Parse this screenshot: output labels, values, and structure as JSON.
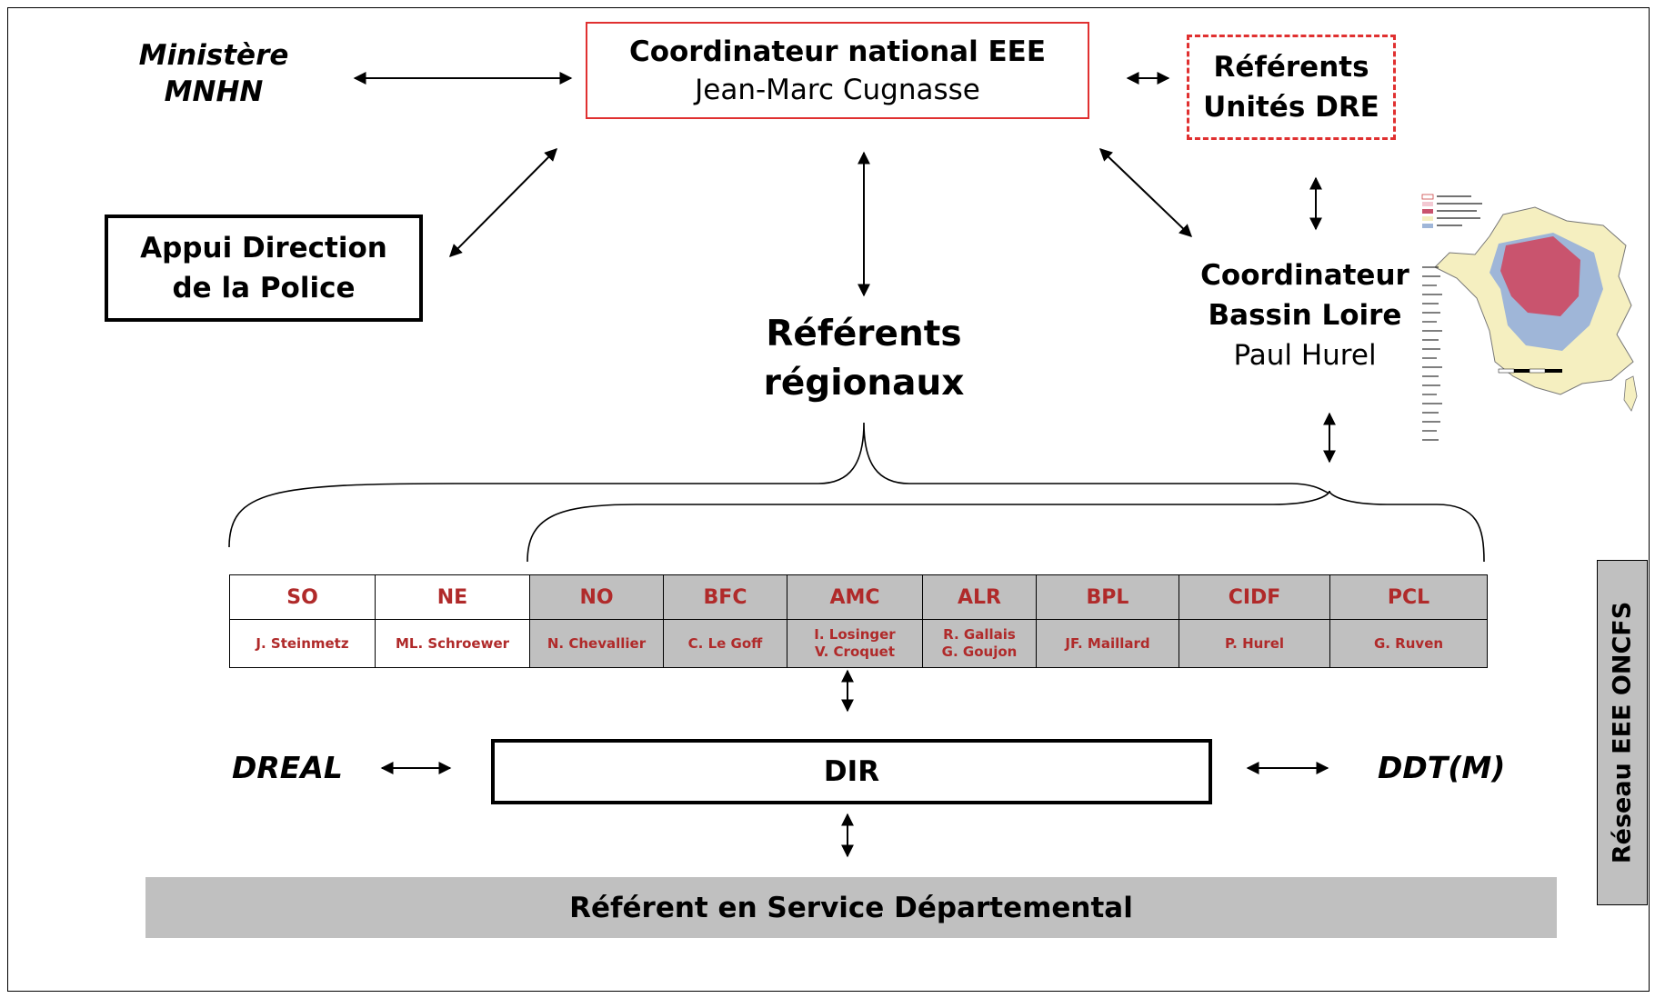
{
  "ministere": [
    "Ministère",
    "MNHN"
  ],
  "coordinateur_national": {
    "title": "Coordinateur national EEE",
    "name": "Jean-Marc Cugnasse"
  },
  "referents_unites": [
    "Référents",
    "Unités DRE"
  ],
  "appui": [
    "Appui Direction",
    "de la Police"
  ],
  "referents_regionaux": [
    "Référents",
    "régionaux"
  ],
  "coordinateur_bassin": {
    "line1": "Coordinateur",
    "line2": "Bassin Loire",
    "name": "Paul Hurel"
  },
  "regions": [
    {
      "code": "SO",
      "names": [
        "J. Steinmetz"
      ],
      "shaded": false
    },
    {
      "code": "NE",
      "names": [
        "ML. Schroewer"
      ],
      "shaded": false
    },
    {
      "code": "NO",
      "names": [
        "N. Chevallier"
      ],
      "shaded": true
    },
    {
      "code": "BFC",
      "names": [
        "C. Le Goff"
      ],
      "shaded": true
    },
    {
      "code": "AMC",
      "names": [
        "I. Losinger",
        "V. Croquet"
      ],
      "shaded": true
    },
    {
      "code": "ALR",
      "names": [
        "R. Gallais",
        "G. Goujon"
      ],
      "shaded": true
    },
    {
      "code": "BPL",
      "names": [
        "JF. Maillard"
      ],
      "shaded": true
    },
    {
      "code": "CIDF",
      "names": [
        "P. Hurel"
      ],
      "shaded": true
    },
    {
      "code": "PCL",
      "names": [
        "G. Ruven"
      ],
      "shaded": true
    }
  ],
  "dreal": "DREAL",
  "dir": "DIR",
  "ddtm": "DDT(M)",
  "referent_service": "Référent en Service Départemental",
  "side_label": "Réseau EEE ONCFS",
  "colors": {
    "red": "#e03030",
    "region_text": "#b02a2a",
    "grey": "#c0c0c0",
    "map_red": "#c9546e",
    "map_blue": "#9fb6d8"
  }
}
